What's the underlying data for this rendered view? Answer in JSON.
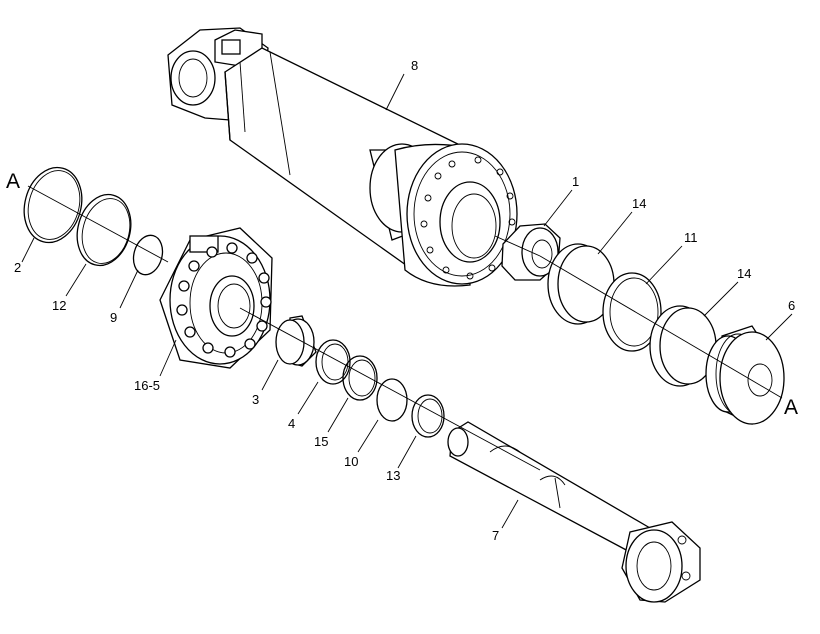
{
  "callouts": {
    "c1": "1",
    "c2": "2",
    "c3": "3",
    "c4": "4",
    "c6": "6",
    "c7": "7",
    "c8": "8",
    "c9": "9",
    "c10": "10",
    "c11": "11",
    "c12": "12",
    "c13": "13",
    "c14a": "14",
    "c14b": "14",
    "c15": "15",
    "c16_5": "16-5"
  },
  "axis_marks": {
    "left": "A",
    "right": "A"
  }
}
